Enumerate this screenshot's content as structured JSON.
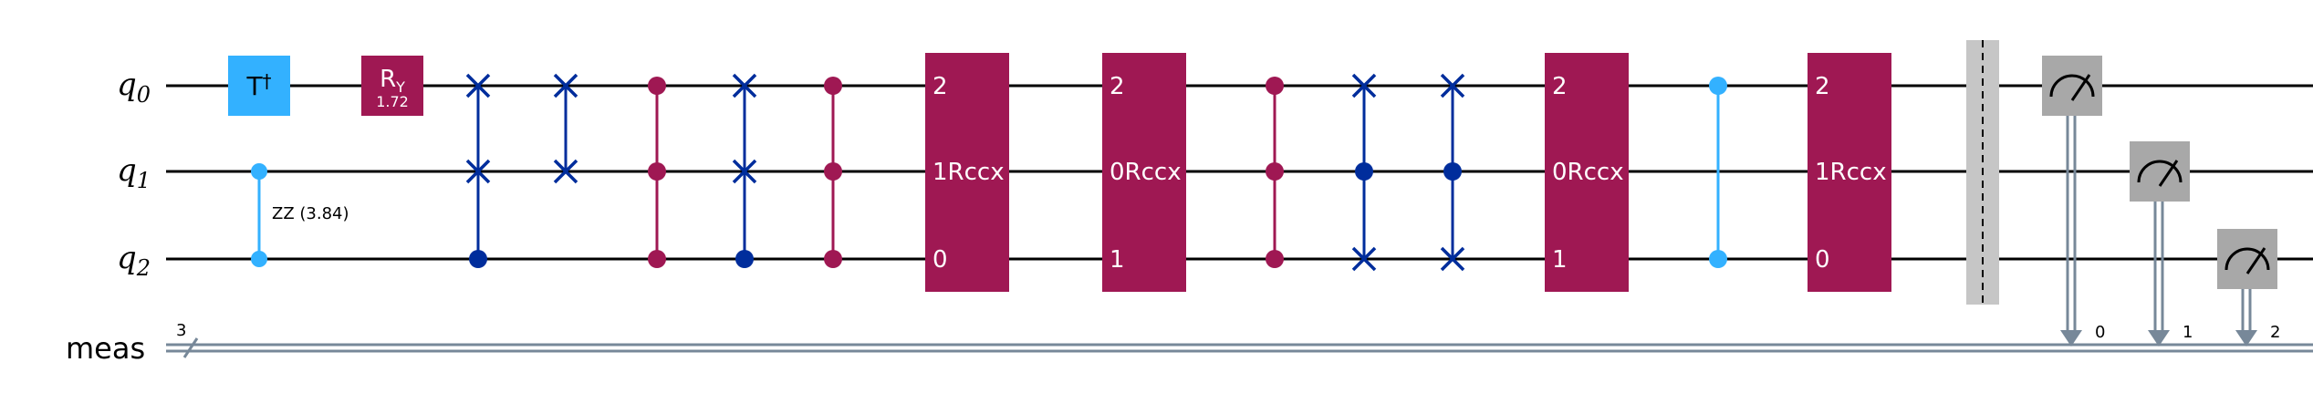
{
  "colors": {
    "wire": "#000000",
    "classical": "#778899",
    "tdg": "#33b1ff",
    "magenta": "#9f1853",
    "navy": "#002d9c",
    "zz": "#33b1ff",
    "measure": "#a8a8a8",
    "barrier": "#c6c6c6"
  },
  "qubits": [
    {
      "name": "q",
      "index": "0"
    },
    {
      "name": "q",
      "index": "1"
    },
    {
      "name": "q",
      "index": "2"
    }
  ],
  "classical_register": {
    "name": "meas",
    "size": "3"
  },
  "gates": {
    "tdg": {
      "label": "T",
      "superscript": "†"
    },
    "ry": {
      "label": "R",
      "subscript": "Y",
      "param": "1.72"
    },
    "zz": {
      "label": "ZZ (3.84)"
    },
    "rccx1": {
      "label": "1Rccx",
      "top": "2",
      "bottom": "0"
    },
    "rccx2": {
      "label": "0Rccx",
      "top": "2",
      "bottom": "1"
    },
    "rccx3": {
      "label": "0Rccx",
      "top": "2",
      "bottom": "1"
    },
    "rccx4": {
      "label": "1Rccx",
      "top": "2",
      "bottom": "0"
    }
  },
  "measure_bits": [
    "0",
    "1",
    "2"
  ]
}
